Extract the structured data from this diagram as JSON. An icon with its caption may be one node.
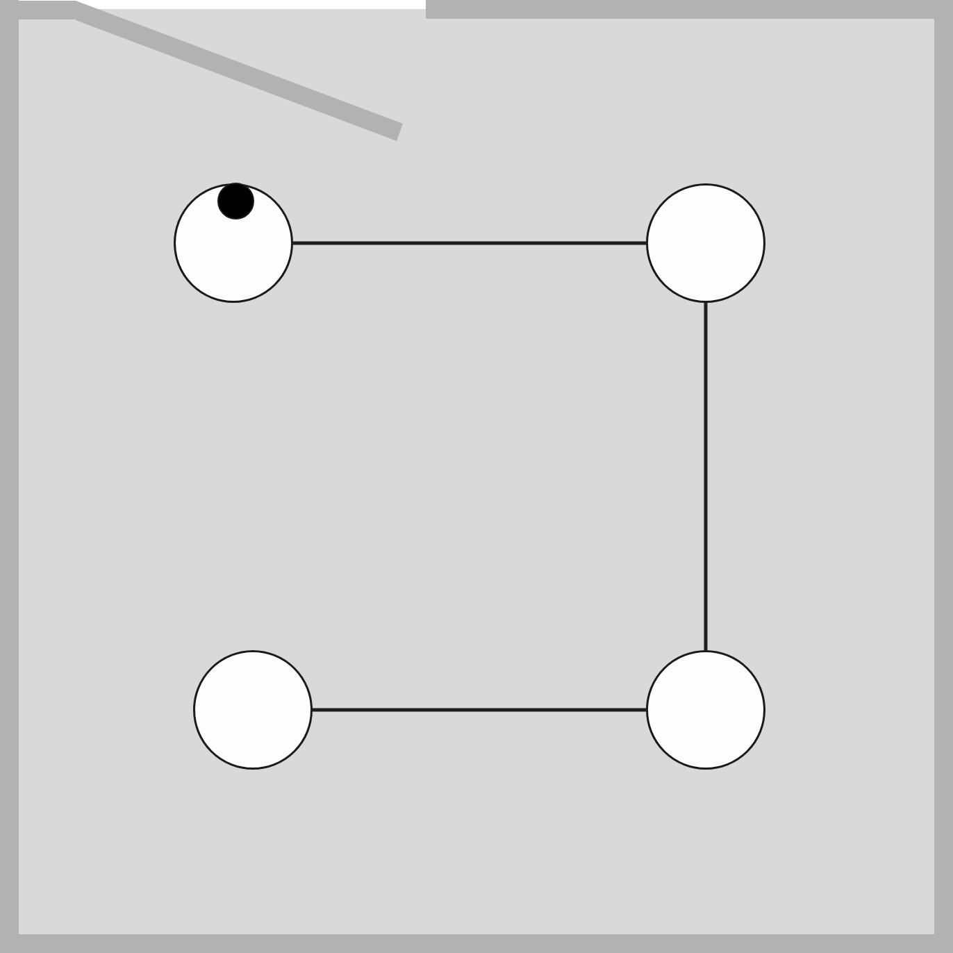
{
  "diagram": {
    "nodes": [
      {
        "text": [],
        "shape": "circle"
      },
      {
        "text": [],
        "shape": "circle"
      },
      {
        "text": [],
        "shape": "circle"
      },
      {
        "text": [],
        "shape": "circle"
      }
    ],
    "edges": [
      {
        "from": 0,
        "to": 1,
        "arrow": "none"
      },
      {
        "from": 1,
        "to": 3,
        "arrow": "none"
      },
      {
        "from": 2,
        "to": 3,
        "arrow": "none"
      }
    ]
  }
}
